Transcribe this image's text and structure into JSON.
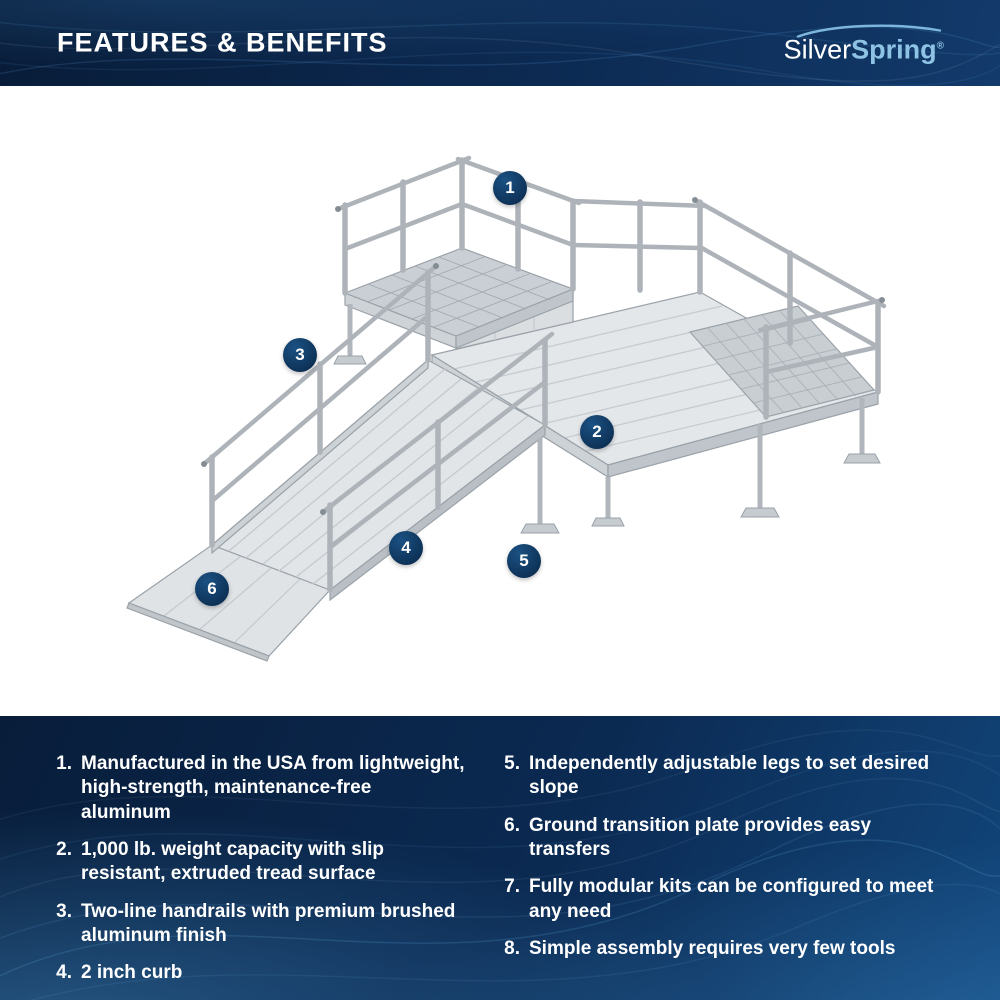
{
  "header": {
    "title": "FEATURES & BENEFITS"
  },
  "logo": {
    "silver": "Silver",
    "spring": "Spring",
    "registered": "®"
  },
  "diagram": {
    "callouts": [
      "1",
      "2",
      "3",
      "4",
      "5",
      "6"
    ]
  },
  "features": {
    "left": [
      {
        "num": "1.",
        "text": "Manufactured in the USA from lightweight, high-strength, maintenance-free aluminum"
      },
      {
        "num": "2.",
        "text": "1,000 lb. weight capacity with slip resistant, extruded tread surface"
      },
      {
        "num": "3.",
        "text": "Two-line handrails with premium brushed aluminum finish"
      },
      {
        "num": "4.",
        "text": "2 inch curb"
      }
    ],
    "right": [
      {
        "num": "5.",
        "text": "Independently adjustable legs to set desired slope"
      },
      {
        "num": "6.",
        "text": "Ground transition plate provides easy transfers"
      },
      {
        "num": "7.",
        "text": "Fully modular kits can be configured to meet any need"
      },
      {
        "num": "8.",
        "text": "Simple assembly requires very few tools"
      }
    ]
  },
  "colors": {
    "navy": "#0a2244",
    "accent_blue": "#7db6dc",
    "callout_bg": "#0f3a63",
    "text": "#ffffff"
  }
}
